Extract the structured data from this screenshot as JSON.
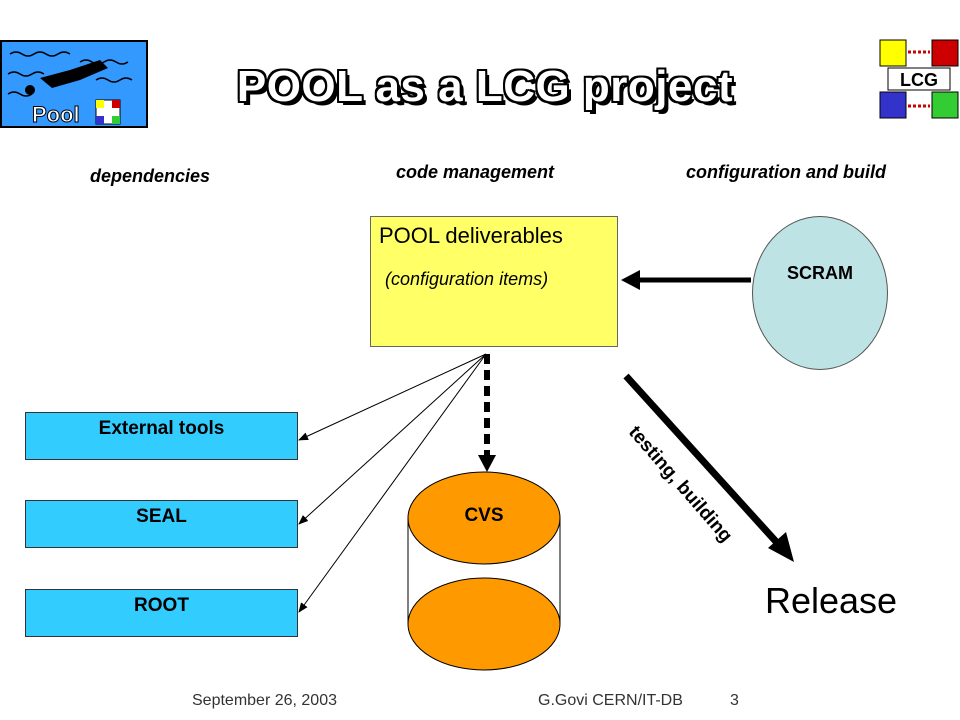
{
  "header": {
    "title": "POOL as a LCG project",
    "logo_left_text": "Pool",
    "logo_right_text": "LCG"
  },
  "columns": {
    "dependencies": "dependencies",
    "code_management": "code management",
    "configuration_build": "configuration and build"
  },
  "diagram": {
    "deliverables": {
      "title": "POOL deliverables",
      "subtitle": "(configuration items)"
    },
    "scram": "SCRAM",
    "cvs": "CVS",
    "external_tools": "External tools",
    "seal": "SEAL",
    "root": "ROOT",
    "testing_label": "testing, building",
    "release": "Release"
  },
  "footer": {
    "date": "September 26, 2003",
    "author": "G.Govi CERN/IT-DB",
    "page": "3"
  },
  "colors": {
    "deliverables_fill": "#ffff66",
    "dependency_box_fill": "#33ccff",
    "scram_fill": "#bde3e4",
    "cvs_fill": "#ff9900"
  }
}
